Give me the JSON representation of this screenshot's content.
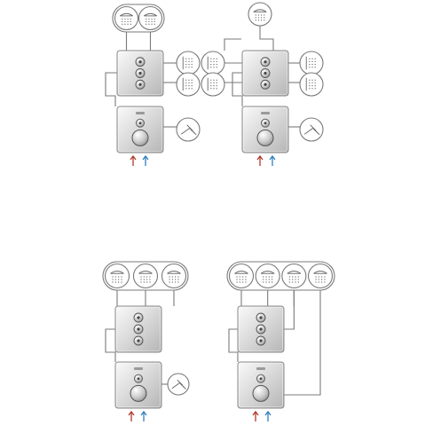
{
  "colors": {
    "hot_arrow": "#b03a2e",
    "cold_arrow": "#2f7fc1",
    "pipe": "#7a7a7a",
    "chrome_light": "#f2f2f2",
    "chrome_dark": "#b9b9b9"
  },
  "diagrams": [
    {
      "id": "config-top-left",
      "head_showers": 2,
      "controller_buttons": 3,
      "side_outlets": [
        "body-jet",
        "body-jet"
      ],
      "hand_shower": true,
      "supply_icons": [
        "hot-water-arrow-icon",
        "cold-water-arrow-icon"
      ]
    },
    {
      "id": "config-top-right",
      "head_showers": 1,
      "controller_buttons": 3,
      "side_outlets": [
        "body-jet",
        "body-jet",
        "body-jet",
        "body-jet"
      ],
      "hand_shower": true,
      "supply_icons": [
        "hot-water-arrow-icon",
        "cold-water-arrow-icon"
      ]
    },
    {
      "id": "config-bottom-left",
      "head_showers": 3,
      "controller_buttons": 3,
      "side_outlets": [],
      "hand_shower": true,
      "supply_icons": [
        "hot-water-arrow-icon",
        "cold-water-arrow-icon"
      ]
    },
    {
      "id": "config-bottom-right",
      "head_showers": 4,
      "controller_buttons": 3,
      "side_outlets": [],
      "hand_shower": false,
      "supply_icons": [
        "hot-water-arrow-icon",
        "cold-water-arrow-icon"
      ]
    }
  ]
}
